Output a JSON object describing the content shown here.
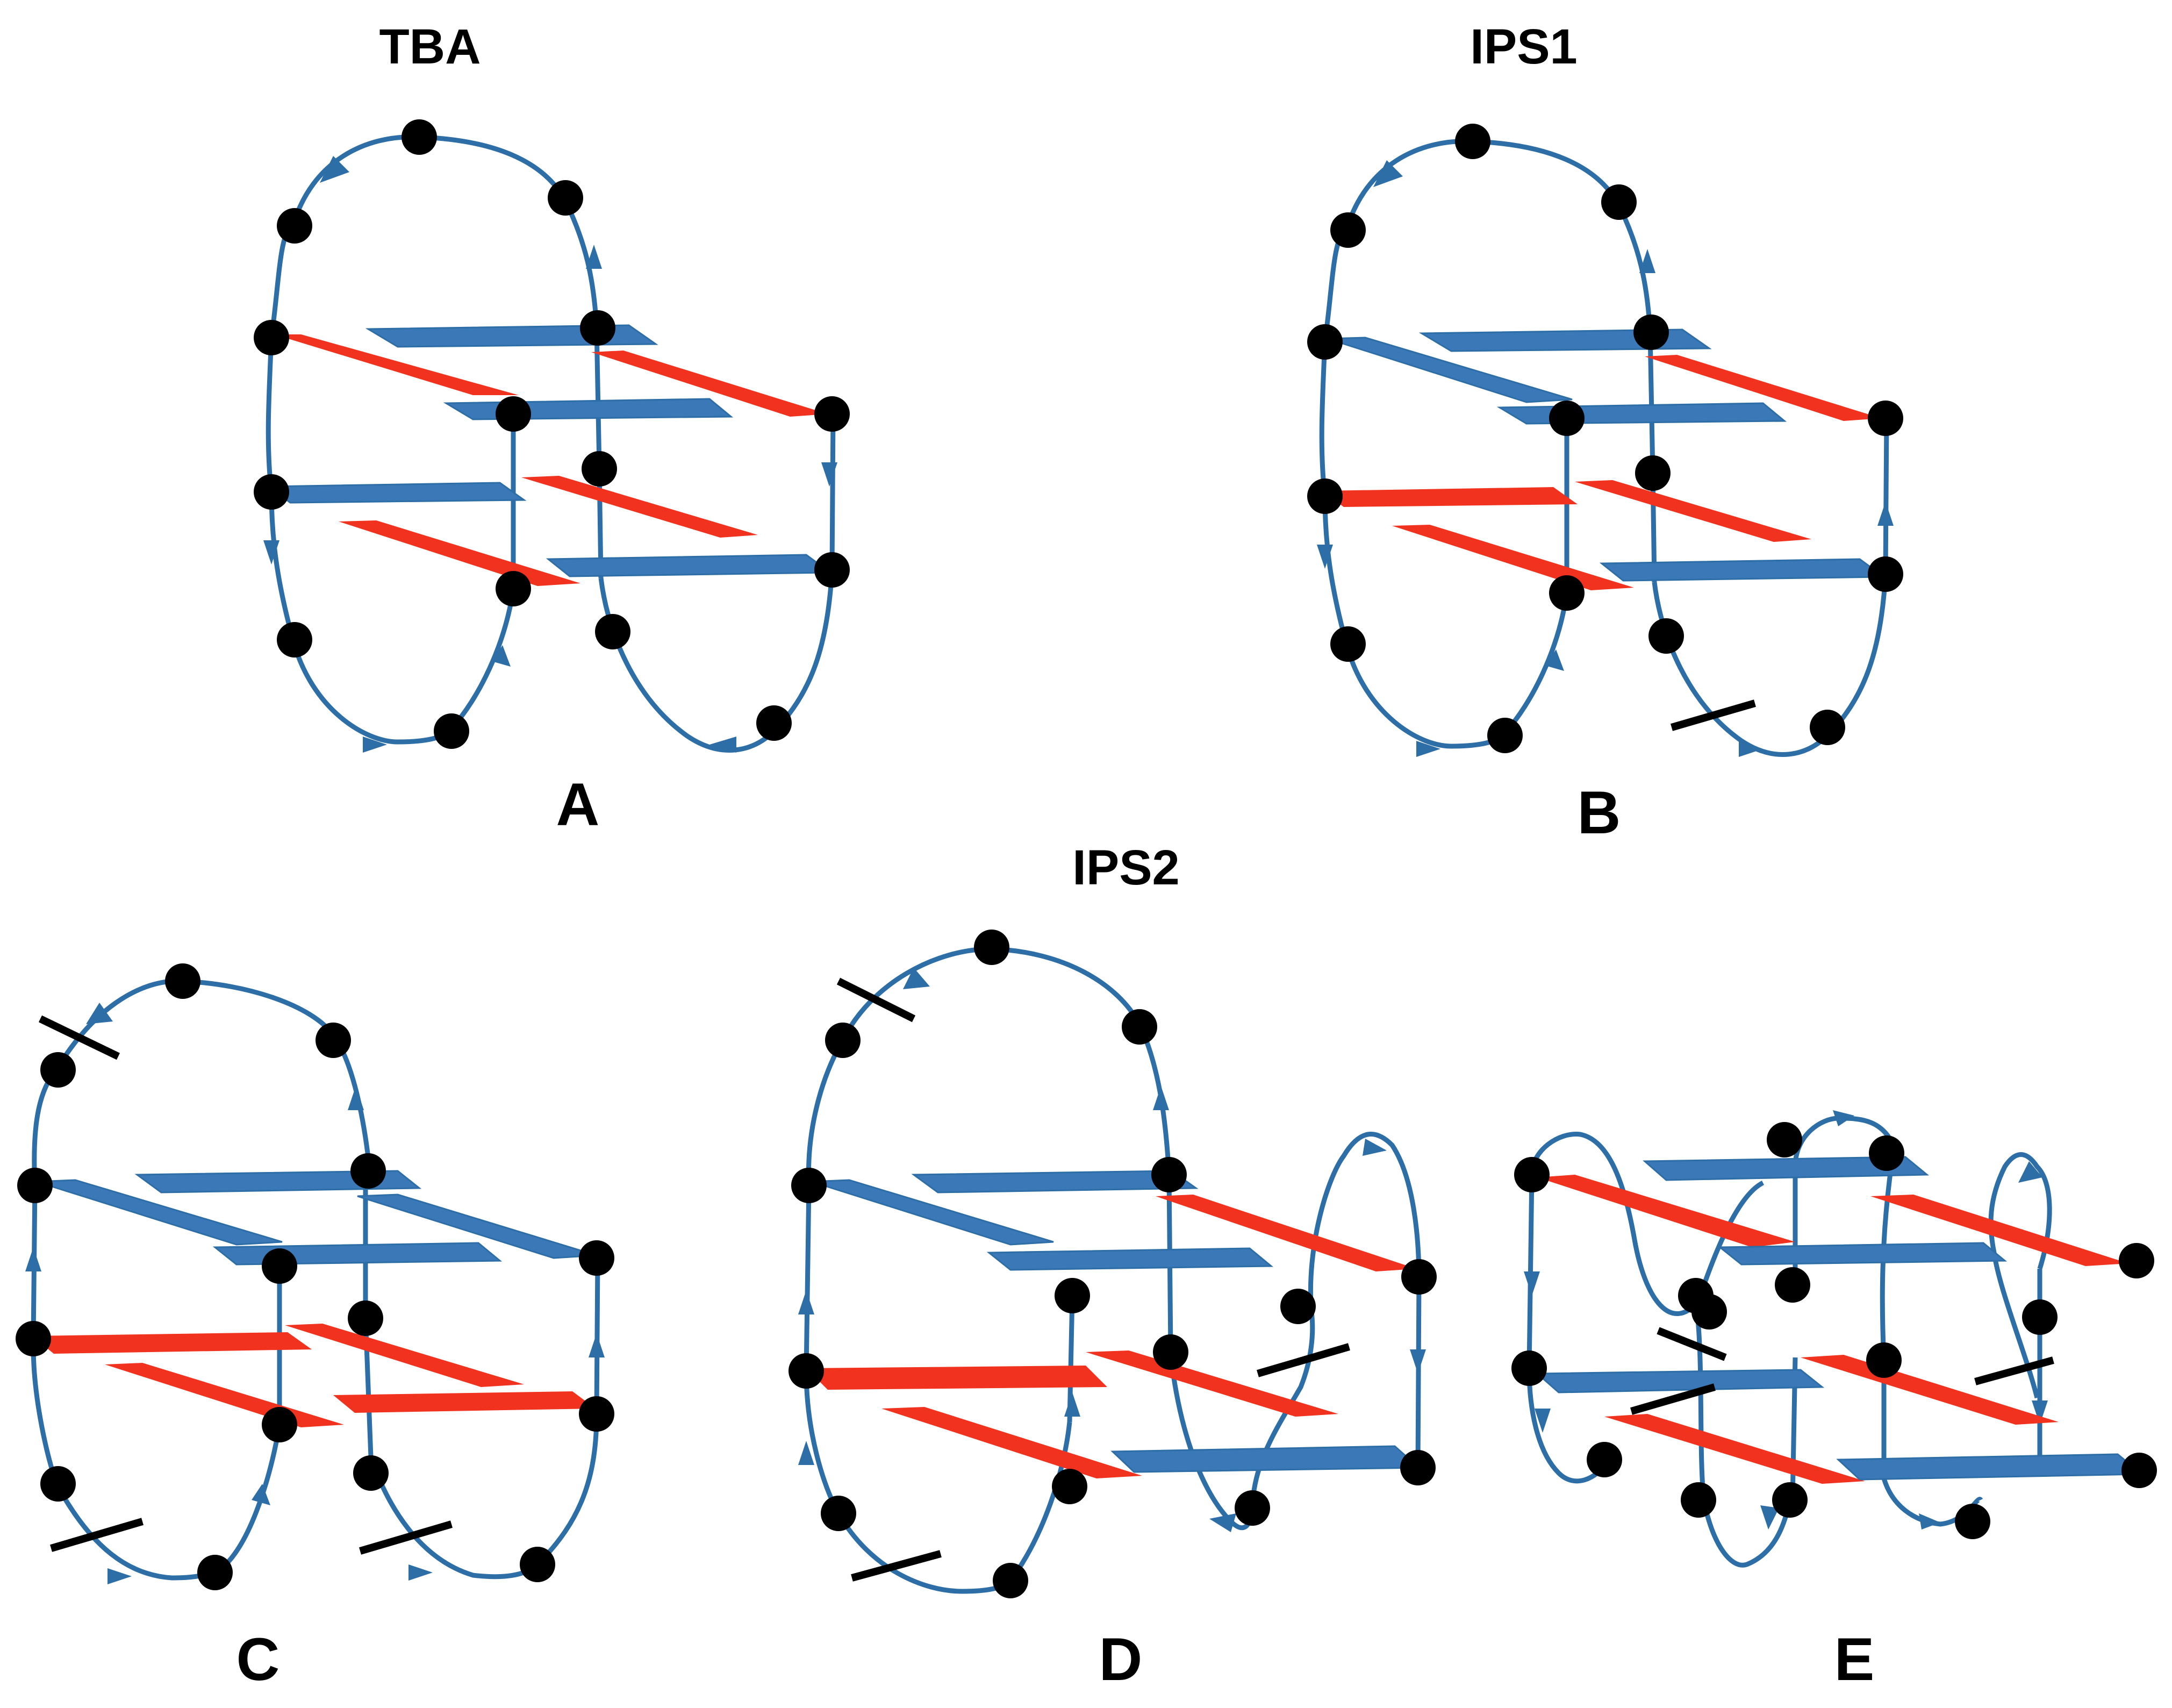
{
  "titles": {
    "a": "TBA",
    "b": "IPS1",
    "de": "IPS2"
  },
  "panel_labels": {
    "a": "A",
    "b": "B",
    "c": "C",
    "d": "D",
    "e": "E"
  },
  "colors": {
    "backbone": "#2E6EA6",
    "blue_plate": "#3A78B8",
    "red_plate": "#F0321E",
    "nucleotide": "#000000",
    "break_mark": "#000000"
  }
}
